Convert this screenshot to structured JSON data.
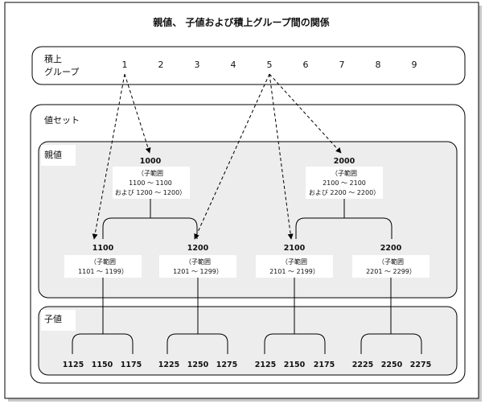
{
  "title": "親値、 子値および積上グループ間の関係",
  "rollup": {
    "label_line1": "積上",
    "label_line2": "グループ",
    "numbers": [
      "1",
      "2",
      "3",
      "4",
      "5",
      "6",
      "7",
      "8",
      "9"
    ]
  },
  "value_set": {
    "label": "値セット",
    "parent_label": "親値",
    "child_label": "子値",
    "parents": [
      {
        "value": "1000",
        "range_title": "（子範囲",
        "range_line1": "1100 ～ 1100",
        "range_line2": "および 1200 ～ 1200）"
      },
      {
        "value": "2000",
        "range_title": "（子範囲",
        "range_line1": "2100 ～ 2100",
        "range_line2": "および 2200 ～ 2200）"
      }
    ],
    "sub_parents": [
      {
        "value": "1100",
        "range_title": "（子範囲",
        "range_line1": "1101 ～ 1199）"
      },
      {
        "value": "1200",
        "range_title": "（子範囲",
        "range_line1": "1201 ～ 1299）"
      },
      {
        "value": "2100",
        "range_title": "（子範囲",
        "range_line1": "2101 ～ 2199）"
      },
      {
        "value": "2200",
        "range_title": "（子範囲",
        "range_line1": "2201 ～ 2299）"
      }
    ],
    "child_groups": [
      [
        "1125",
        "1150",
        "1175"
      ],
      [
        "1225",
        "1250",
        "1275"
      ],
      [
        "2125",
        "2150",
        "2175"
      ],
      [
        "2225",
        "2250",
        "2275"
      ]
    ]
  }
}
